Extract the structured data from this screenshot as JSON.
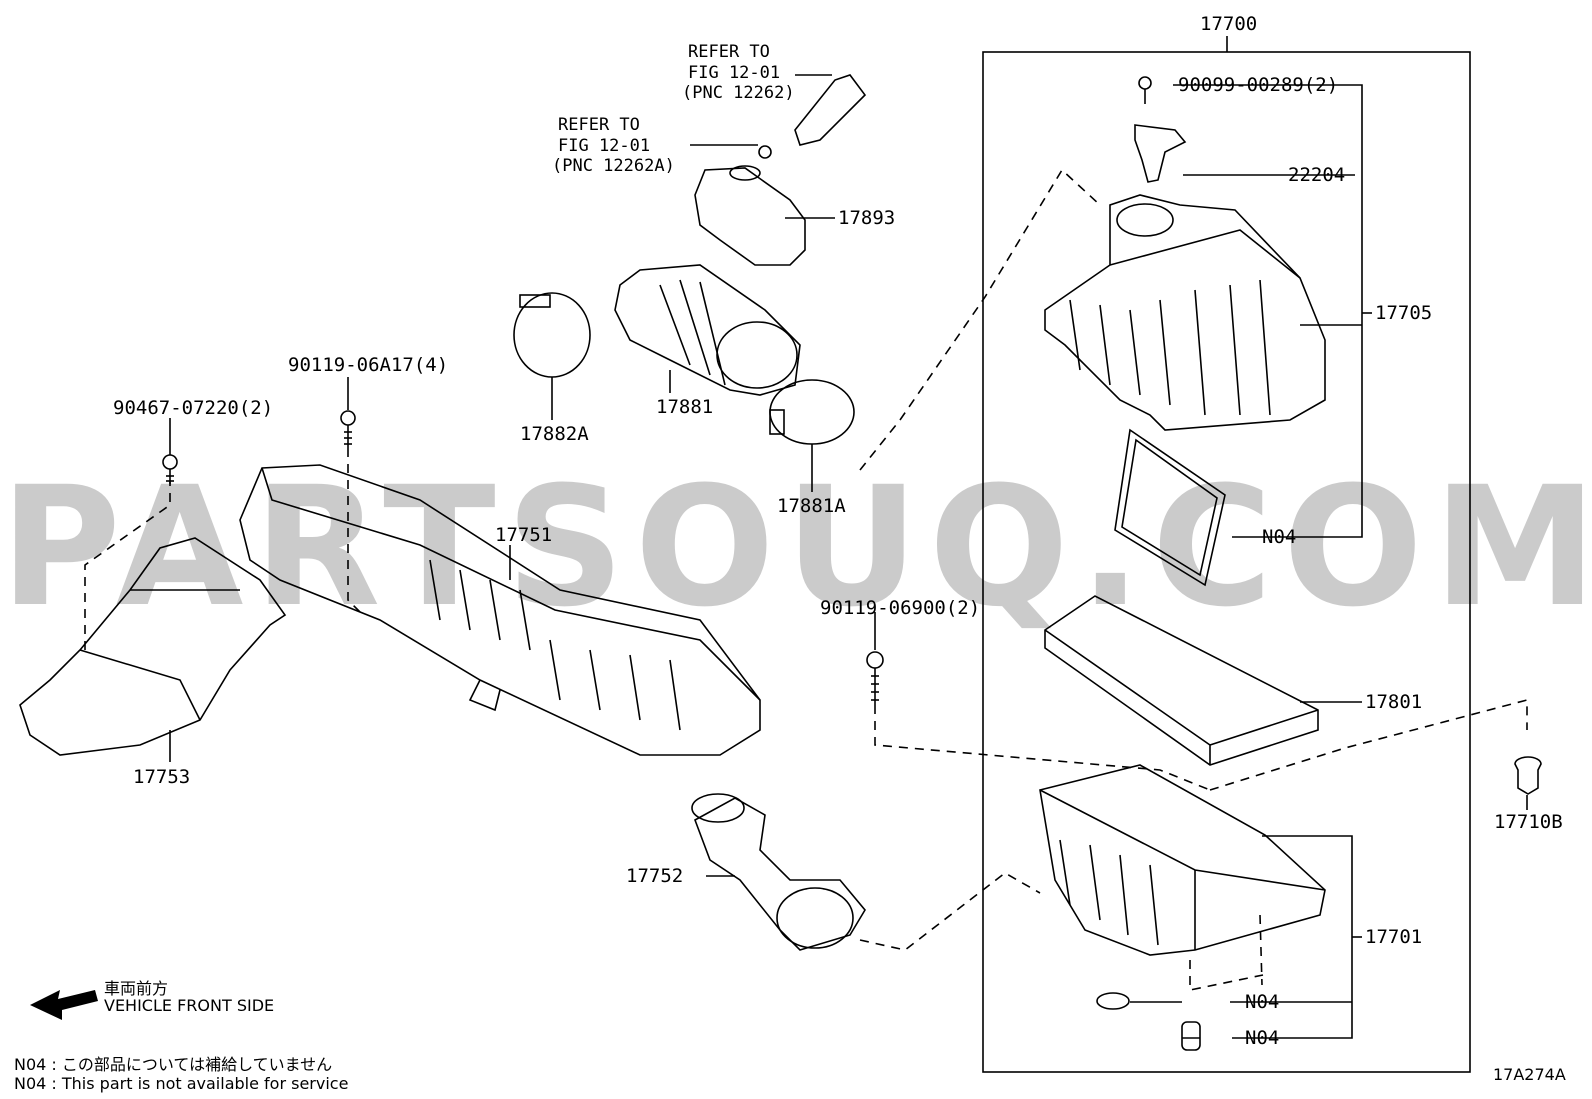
{
  "watermark": "PARTSOUQ.COM",
  "labels": {
    "p17700": "17700",
    "p90099": "90099-00289(2)",
    "p22204": "22204",
    "p17705": "17705",
    "pN04a": "N04",
    "p17801": "17801",
    "p17701": "17701",
    "pN04b": "N04",
    "pN04c": "N04",
    "p17710B": "17710B",
    "p17893": "17893",
    "p17881": "17881",
    "p17882A": "17882A",
    "p17881A": "17881A",
    "p90119a": "90119-06A17(4)",
    "p90467": "90467-07220(2)",
    "p17751": "17751",
    "p17753": "17753",
    "p90119b": "90119-06900(2)",
    "p17752": "17752",
    "refer1_l1": "REFER TO",
    "refer1_l2": "FIG 12-01",
    "refer1_l3": "(PNC 12262)",
    "refer2_l1": "REFER TO",
    "refer2_l2": "FIG 12-01",
    "refer2_l3": "(PNC 12262A)"
  },
  "direction": {
    "jp": "車両前方",
    "en": "VEHICLE FRONT SIDE",
    "arrow_icon": "left-arrow"
  },
  "footnotes": {
    "jp": "N04 : この部品については補給していません",
    "en": "N04 : This part is not available for service"
  },
  "diagram_id": "17A274A"
}
